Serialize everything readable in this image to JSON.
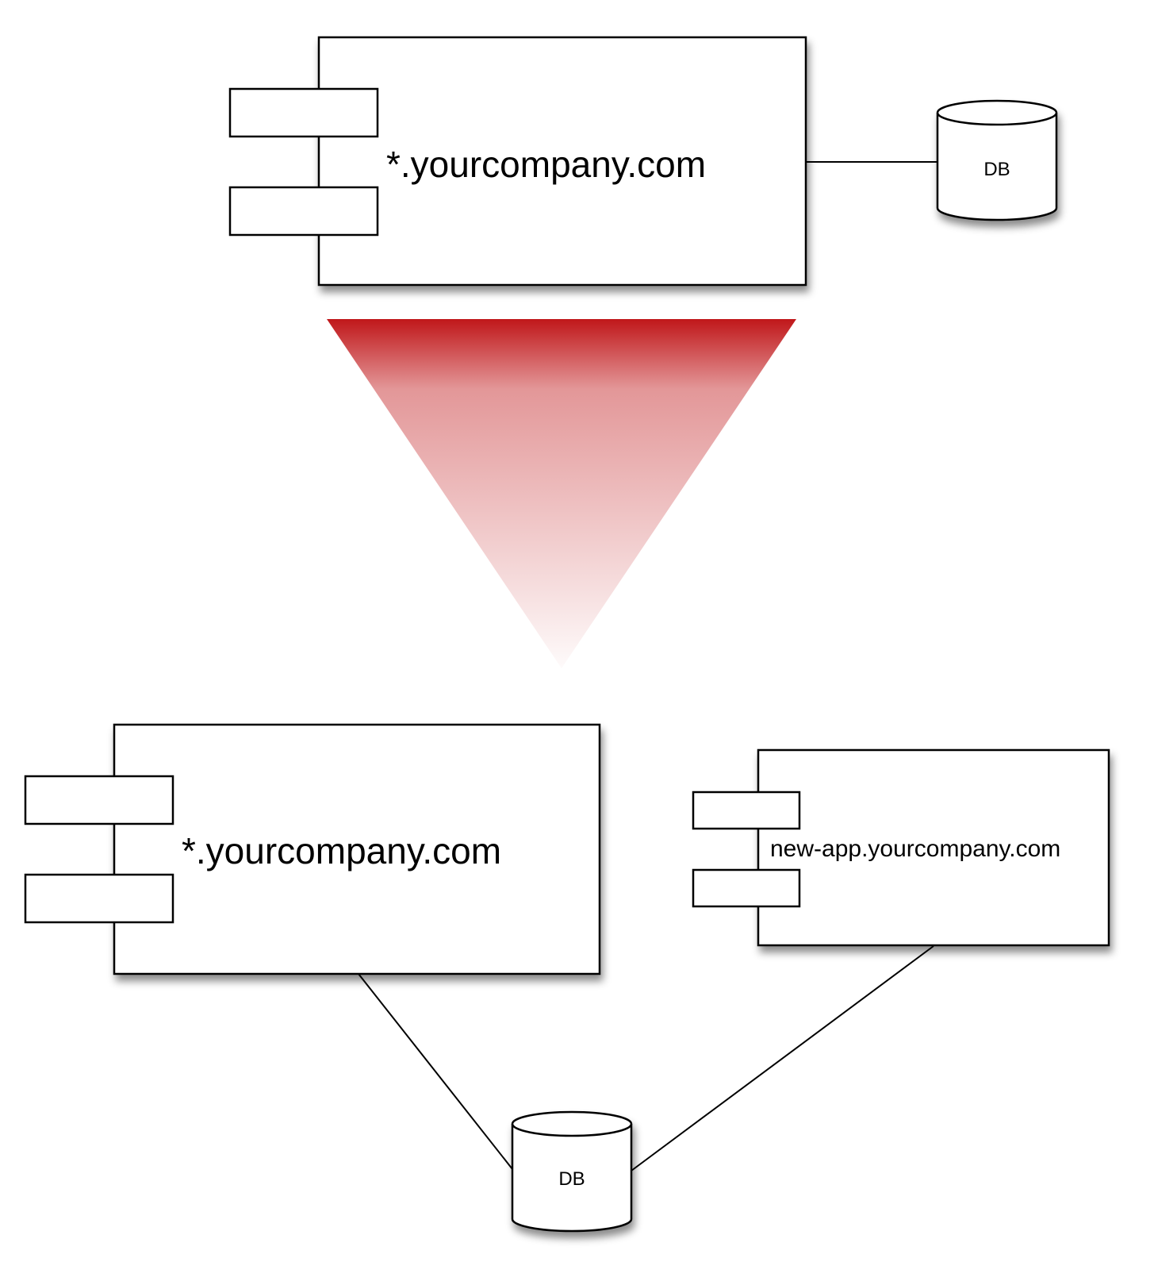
{
  "colors": {
    "stroke": "#000000",
    "fill": "#ffffff",
    "arrow_top": "#c0171a",
    "arrow_bottom": "#ffffff"
  },
  "before": {
    "component_label": "*.yourcompany.com",
    "db_label": "DB"
  },
  "after": {
    "component_left_label": "*.yourcompany.com",
    "component_right_label": "new-app.yourcompany.com",
    "db_label": "DB"
  },
  "icons": {
    "component": "uml-component-icon",
    "database": "database-cylinder-icon",
    "transition": "downward-triangle-arrow-icon"
  }
}
